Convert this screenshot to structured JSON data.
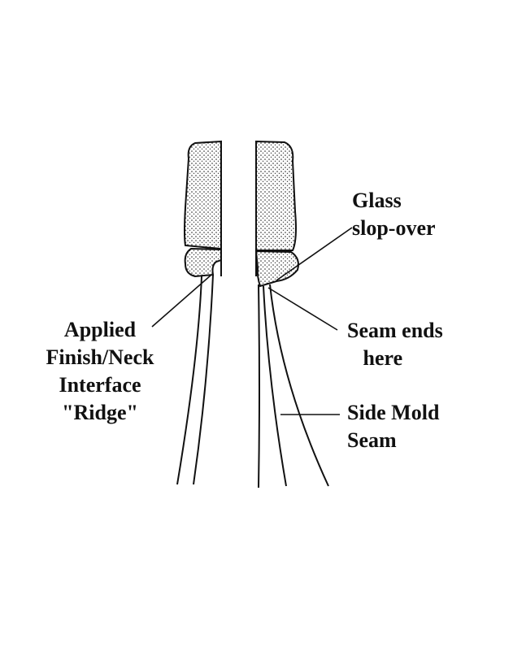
{
  "labels": {
    "glass_slopover": "Glass\nslop-over",
    "seam_ends": "Seam ends\n   here",
    "side_mold_seam": "Side Mold\nSeam",
    "applied_finish": "Applied\nFinish/Neck\nInterface\n\"Ridge\""
  },
  "colors": {
    "ink": "#111111",
    "background": "#ffffff"
  }
}
